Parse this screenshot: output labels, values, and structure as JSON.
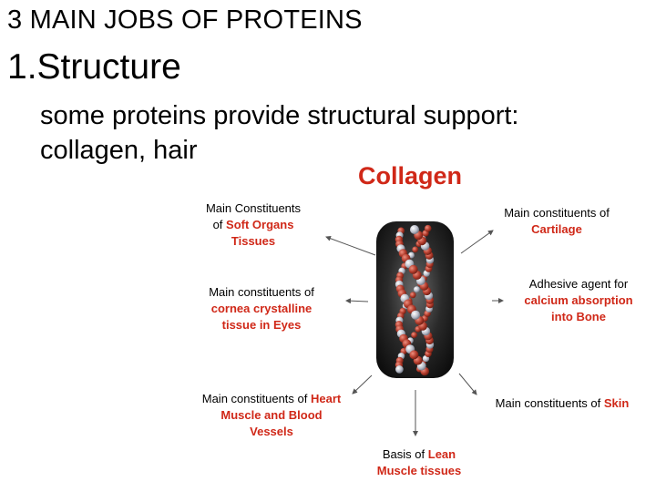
{
  "slide": {
    "title": "3 MAIN JOBS OF PROTEINS",
    "heading": "1.Structure",
    "body_line1": "some proteins provide structural support:",
    "body_line2": "collagen, hair"
  },
  "diagram": {
    "title": "Collagen",
    "labels": {
      "soft_organs": {
        "line1": "Main Constituents",
        "line2_prefix": "of ",
        "line2_red": "Soft Organs",
        "line3_red": "Tissues"
      },
      "cartilage": {
        "line1": "Main constituents of",
        "line2_red": "Cartilage"
      },
      "cornea": {
        "line1": "Main constituents of",
        "line2_red": "cornea crystalline",
        "line3_red": "tissue in Eyes"
      },
      "bone": {
        "line1": "Adhesive agent for",
        "line2_red": "calcium absorption",
        "line3_red": "into Bone"
      },
      "heart": {
        "line1_prefix": "Main constituents of ",
        "line1_red": "Heart",
        "line2_red": "Muscle and Blood",
        "line3_red": "Vessels"
      },
      "skin": {
        "line1_prefix": "Main constituents of ",
        "line1_red": "Skin"
      },
      "muscle": {
        "line1_prefix": "Basis  of  ",
        "line1_red": "Lean",
        "line2_red": "Muscle tissues"
      }
    },
    "colors": {
      "accent_red": "#d02818",
      "helix_red": "#b03a2a",
      "helix_grey": "#b8bcc8",
      "backdrop": "#1a1a1a"
    }
  }
}
